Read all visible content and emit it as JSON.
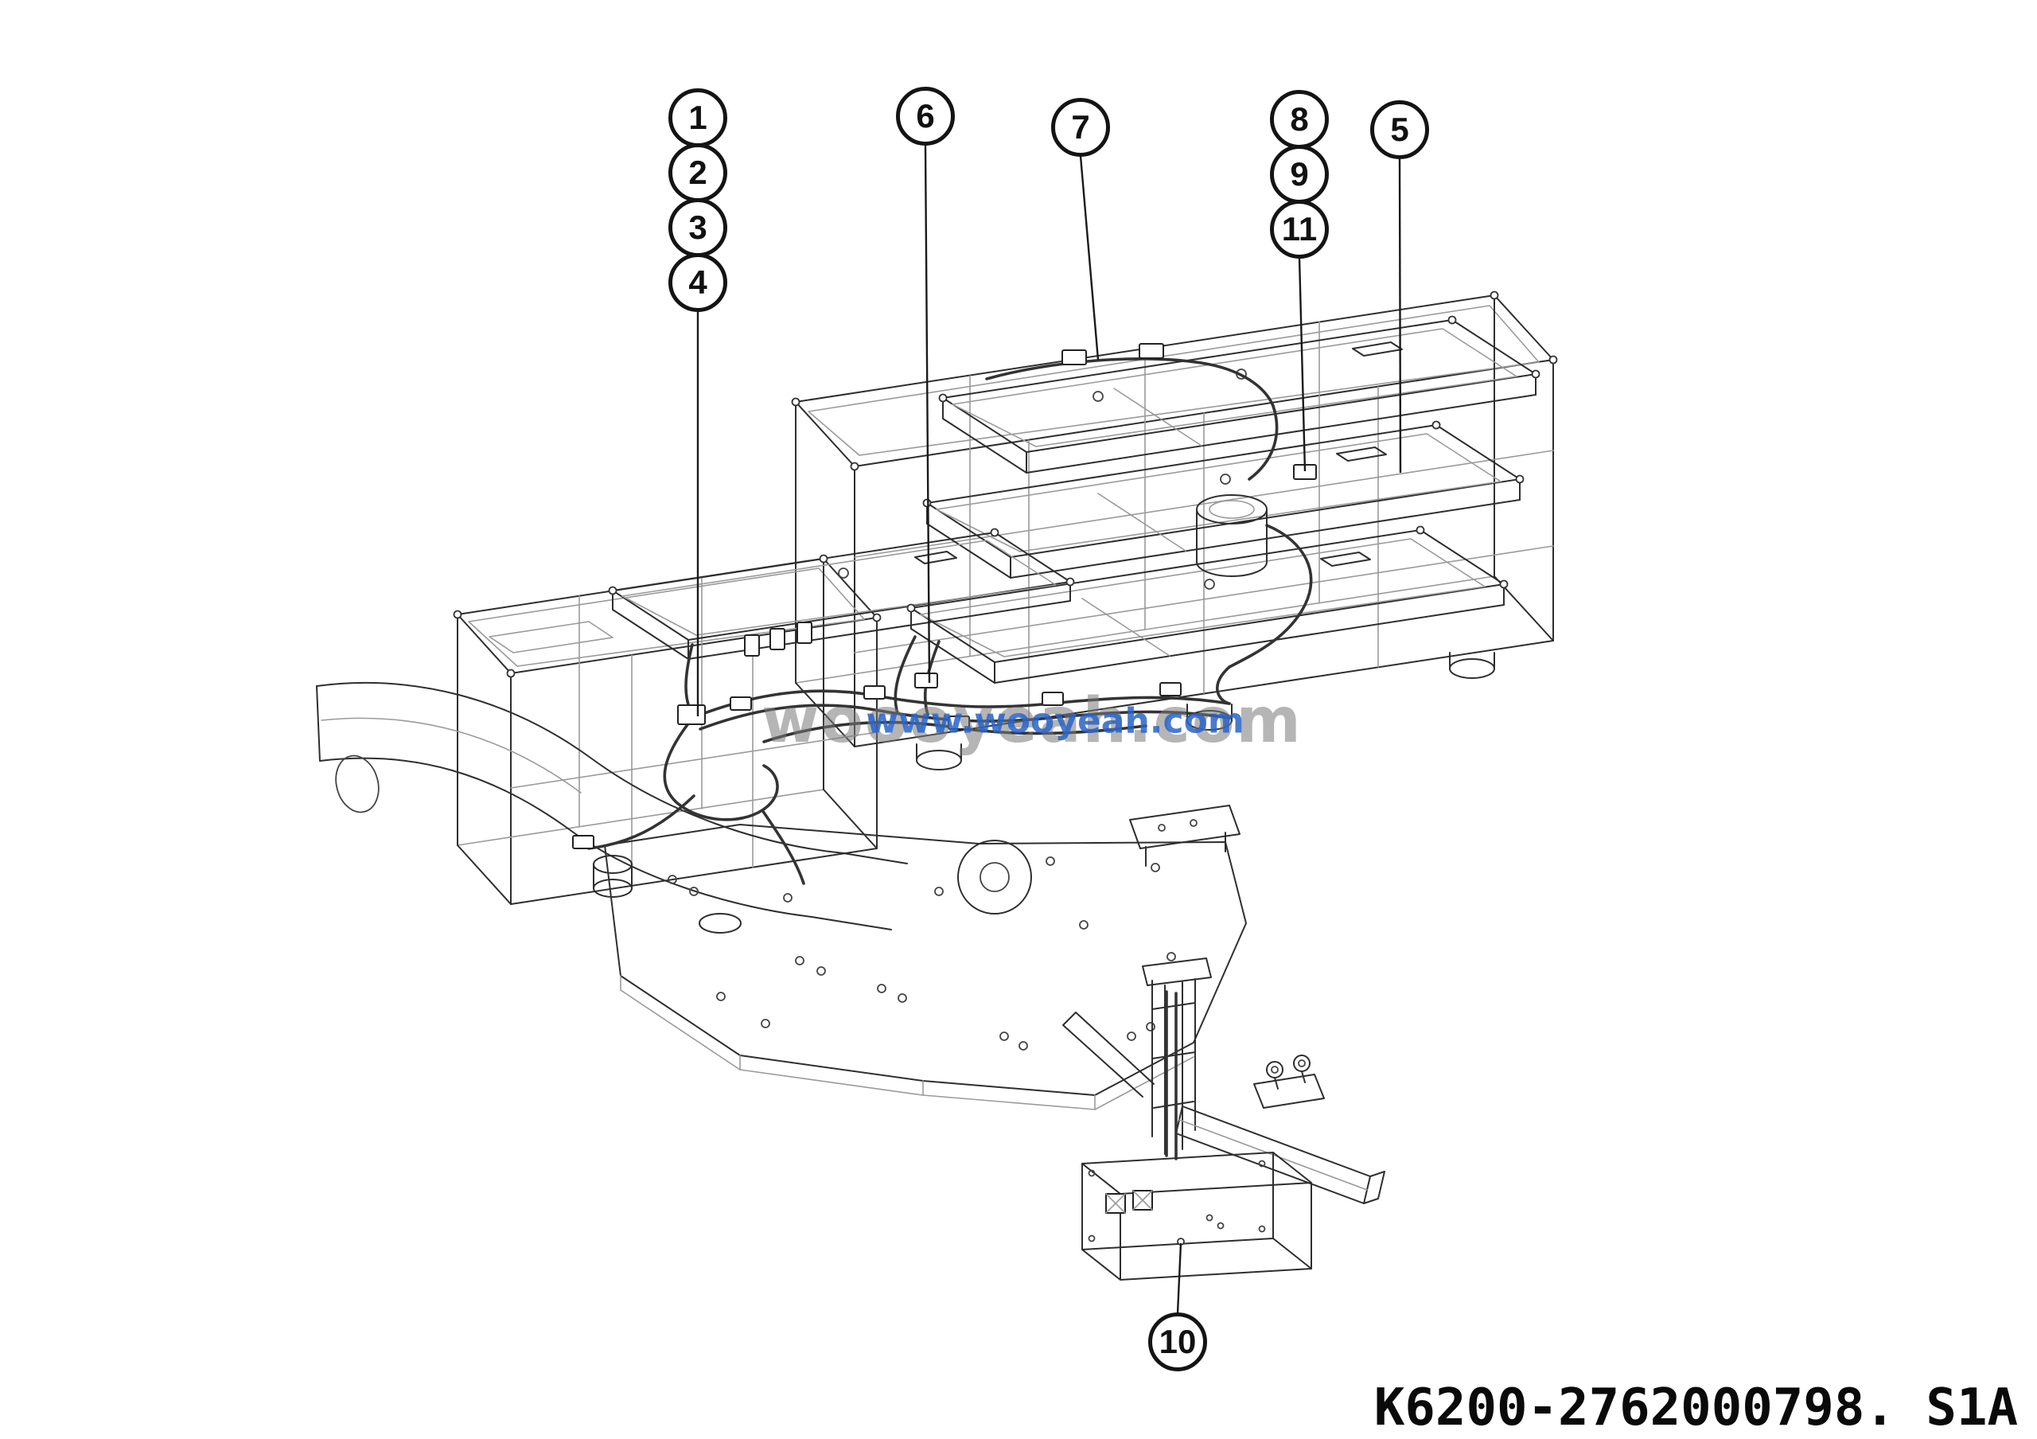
{
  "page": {
    "background": "#ffffff",
    "drawing_code": "K6200-2762000798. S1A"
  },
  "watermark": {
    "gray_text": "woooyeah.com",
    "blue_text": "www.wooyeah.com"
  },
  "callouts": [
    {
      "label": "1"
    },
    {
      "label": "2"
    },
    {
      "label": "3"
    },
    {
      "label": "4"
    },
    {
      "label": "5"
    },
    {
      "label": "6"
    },
    {
      "label": "7"
    },
    {
      "label": "8"
    },
    {
      "label": "9"
    },
    {
      "label": "10"
    },
    {
      "label": "11"
    }
  ],
  "colors": {
    "line": "#2e2e2e",
    "light_line": "#9a9a9a",
    "balloon_border": "#141414",
    "watermark_gray": "#787878",
    "watermark_blue": "#2864c8",
    "text": "#0a0a0a"
  }
}
